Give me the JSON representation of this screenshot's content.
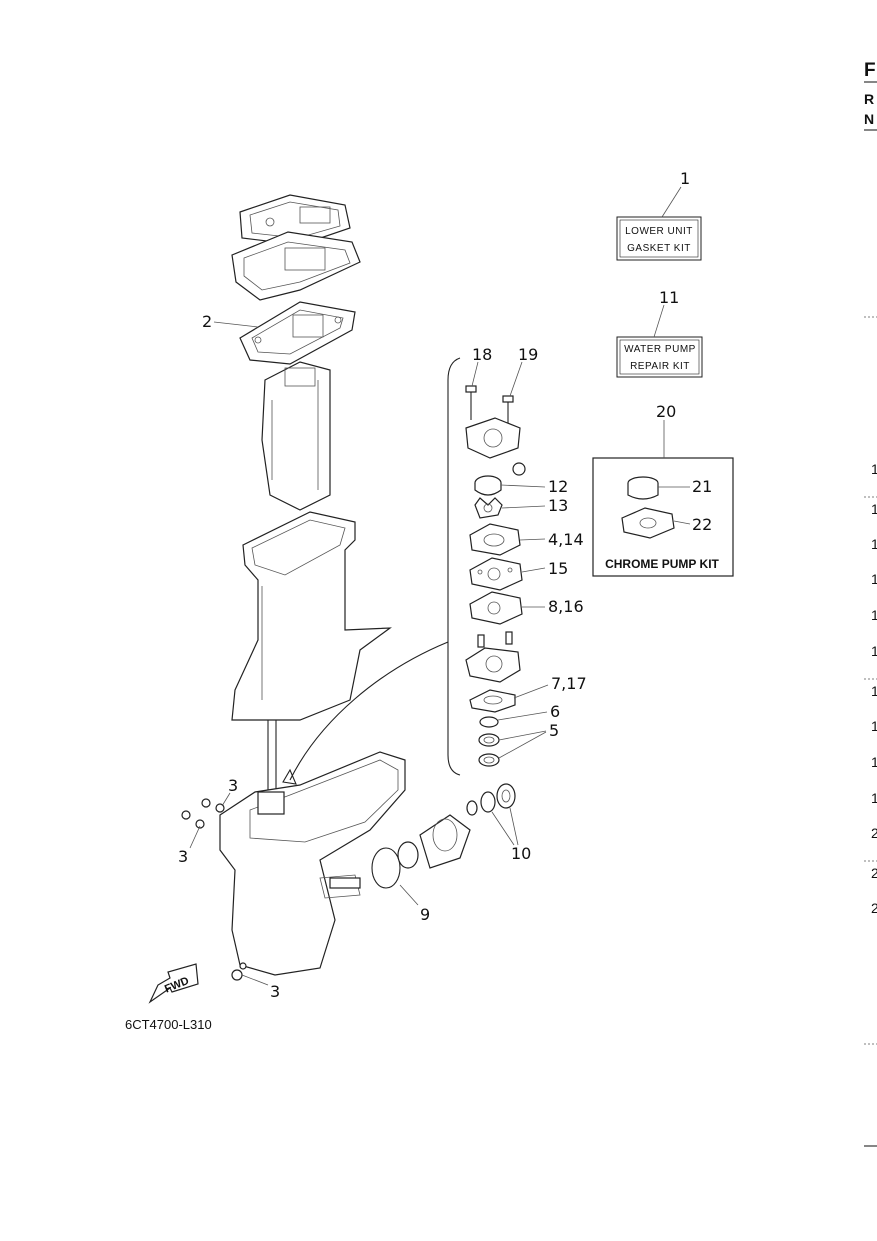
{
  "diagram": {
    "code": "6CT4700-L310",
    "fwd": "FWD",
    "kits": {
      "lower_unit": [
        "LOWER UNIT",
        "GASKET KIT"
      ],
      "water_pump": [
        "WATER PUMP",
        "REPAIR KIT"
      ],
      "chrome_pump": "CHROME PUMP KIT"
    },
    "callouts": {
      "c1": "1",
      "c2": "2",
      "c3a": "3",
      "c3b": "3",
      "c3c": "3",
      "c4_14": "4,14",
      "c5": "5",
      "c6": "6",
      "c7_17": "7,17",
      "c8_16": "8,16",
      "c9": "9",
      "c10": "10",
      "c11": "11",
      "c12": "12",
      "c13": "13",
      "c15": "15",
      "c18": "18",
      "c19": "19",
      "c20": "20",
      "c21": "21",
      "c22": "22"
    }
  },
  "right_edge": {
    "header": [
      "F",
      "R",
      "N"
    ],
    "rows": [
      "1",
      "1",
      "1",
      "1",
      "1",
      "1",
      "1",
      "1",
      "1",
      "1",
      "2",
      "2",
      "2"
    ]
  }
}
